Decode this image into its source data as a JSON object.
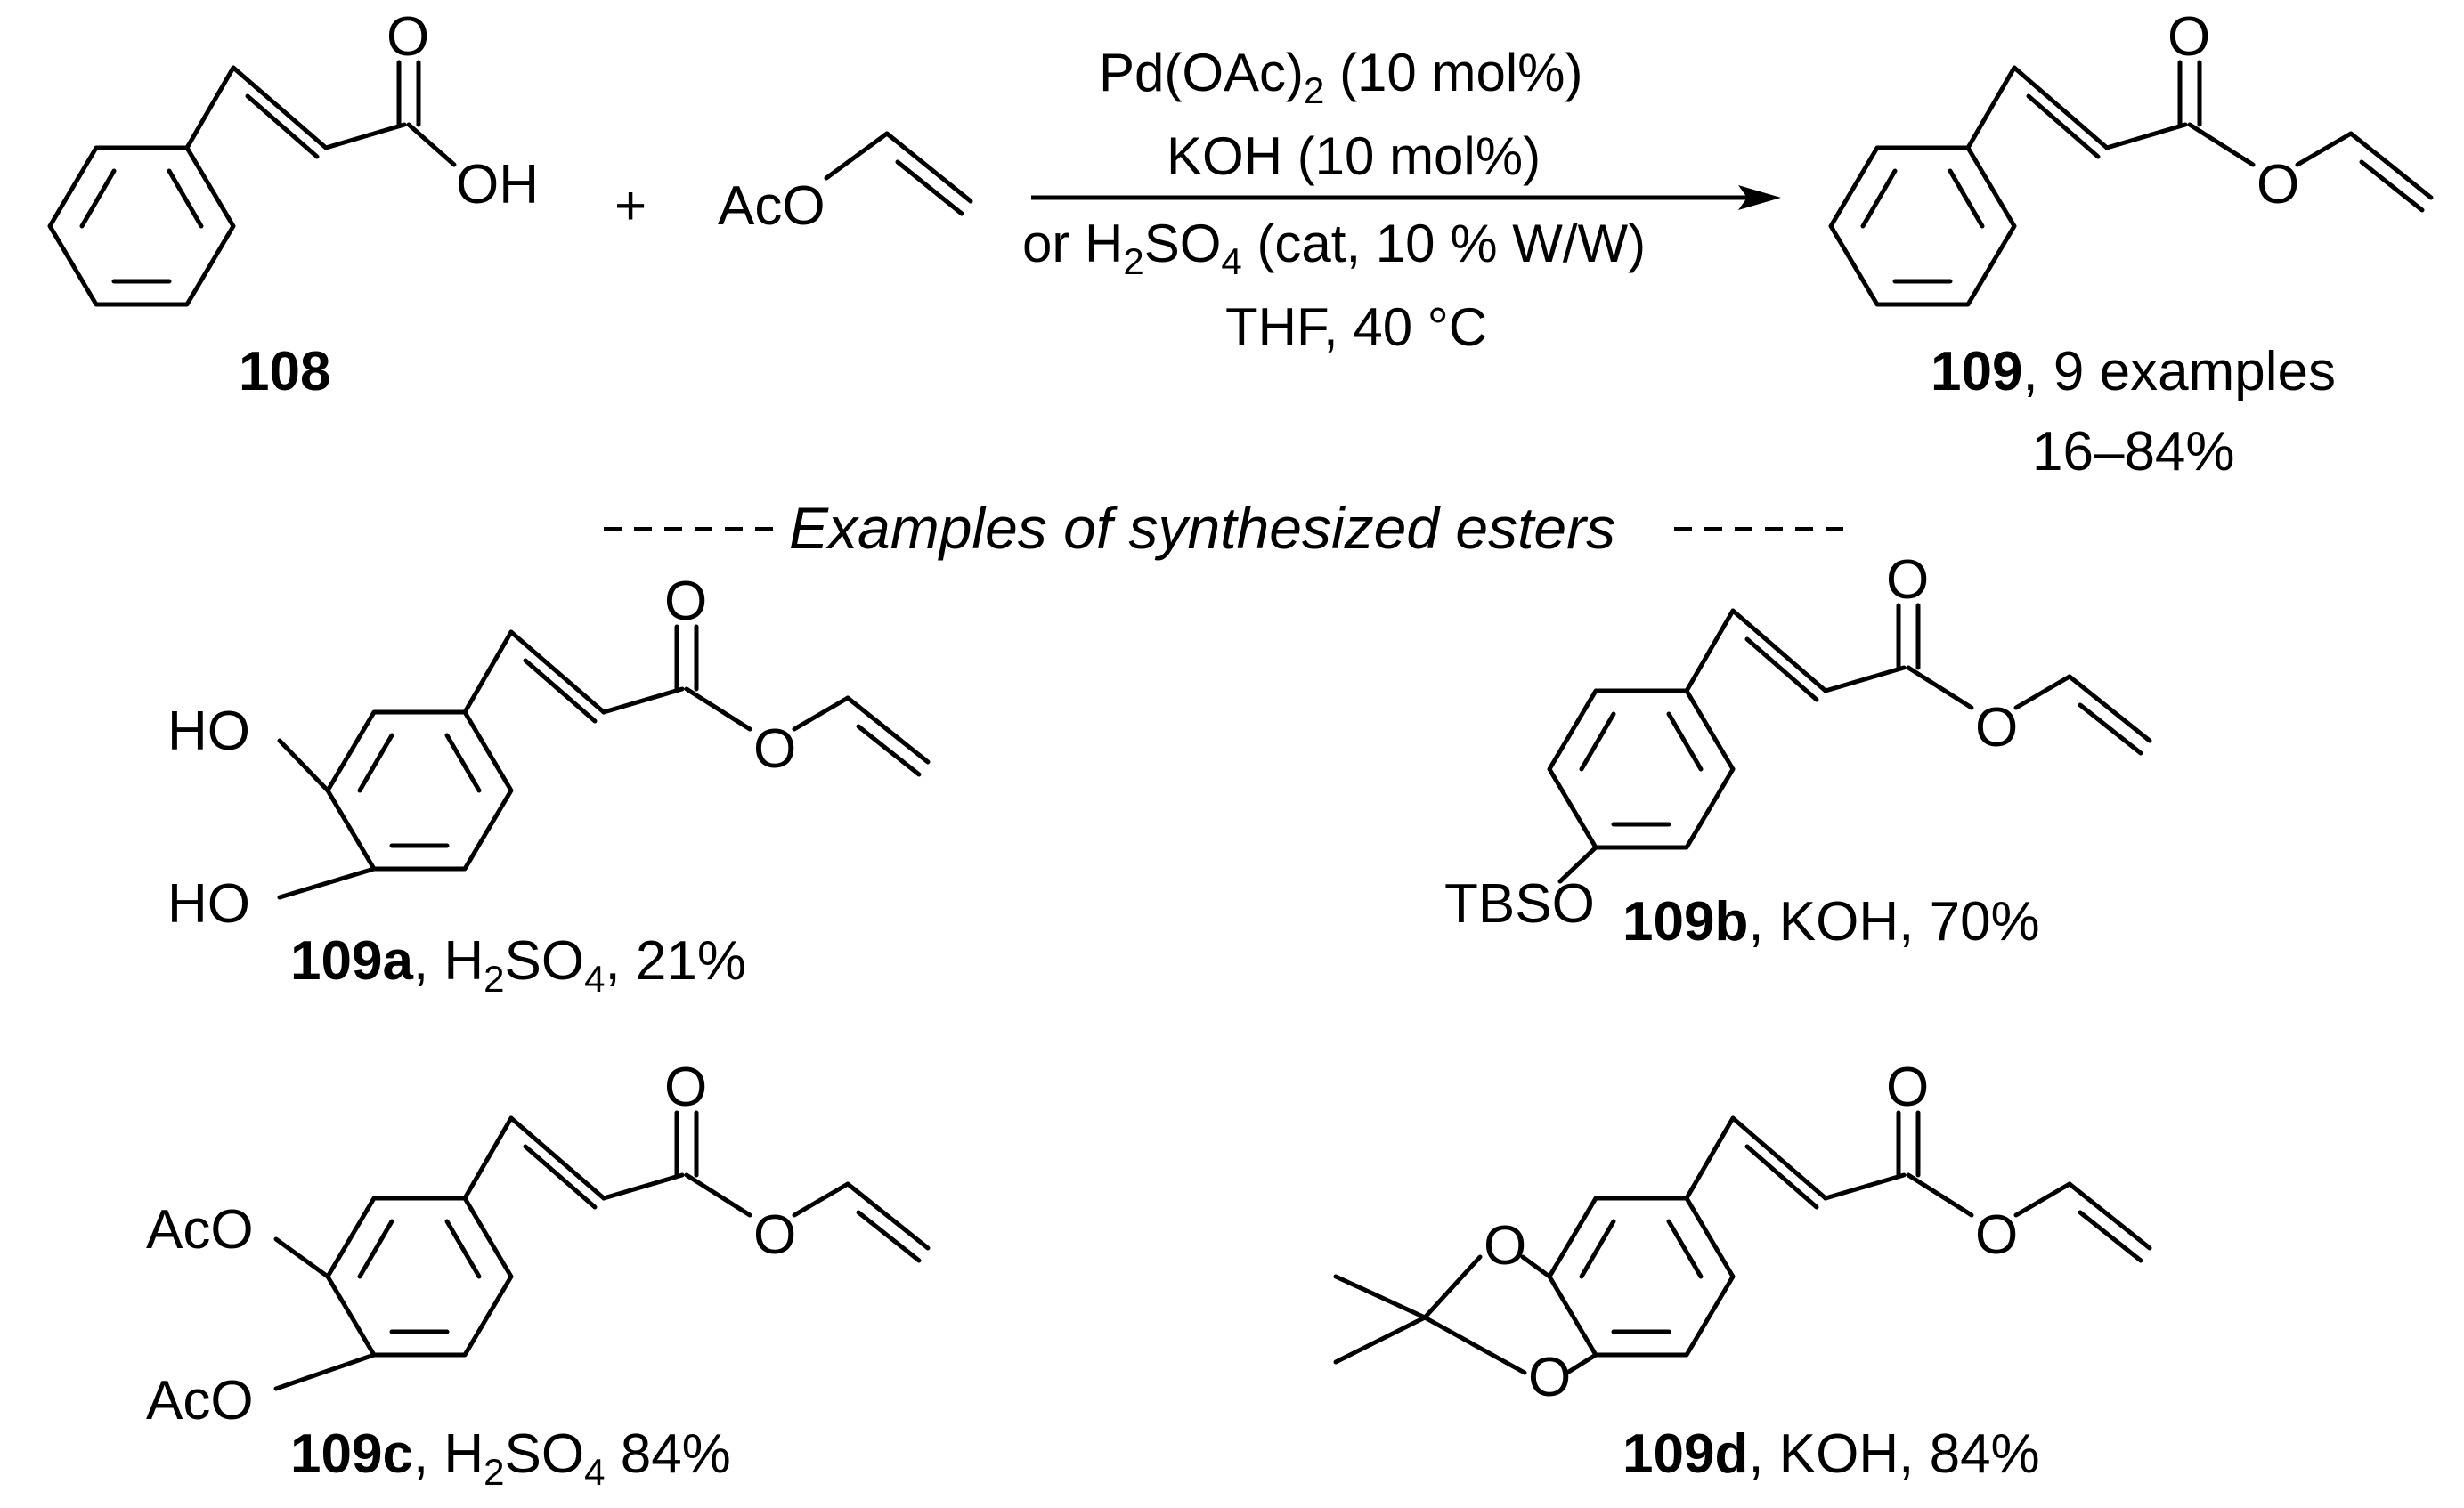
{
  "reaction": {
    "reactant_acid": {
      "label": "108",
      "atom_oh": "OH",
      "atom_o": "O"
    },
    "plus": "+",
    "reagent": {
      "atom": "AcO"
    },
    "conditions": {
      "line1_main": "Pd(OAc)",
      "line1_sub": "2",
      "line1_tail": " (10 mol%)",
      "line2": "KOH (10 mol%)",
      "line3_head": "or H",
      "line3_sub1": "2",
      "line3_mid": "SO",
      "line3_sub2": "4",
      "line3_tail": " (cat, 10 % W/W)",
      "line4": "THF, 40 °C"
    },
    "product": {
      "label": "109",
      "label_suffix": ", 9 examples",
      "yield_range": "16–84%",
      "atom_o_carbonyl": "O",
      "atom_o_ester": "O"
    }
  },
  "section_title": "Examples of synthesized esters",
  "examples": [
    {
      "id": "109a",
      "sub1": "HO",
      "sub2": "HO",
      "cond_head": ", H",
      "cond_sub1": "2",
      "cond_mid": "SO",
      "cond_sub2": "4",
      "cond_tail": ", 21%"
    },
    {
      "id": "109b",
      "sub1": "TBSO",
      "cond_text": ", KOH, 70%"
    },
    {
      "id": "109c",
      "sub1": "AcO",
      "sub2": "AcO",
      "cond_head": ", H",
      "cond_sub1": "2",
      "cond_mid": "SO",
      "cond_sub2": "4",
      "cond_tail": " 84%"
    },
    {
      "id": "109d",
      "ring_o1": "O",
      "ring_o2": "O",
      "cond_text": ", KOH, 84%"
    }
  ],
  "atom_o": "O"
}
